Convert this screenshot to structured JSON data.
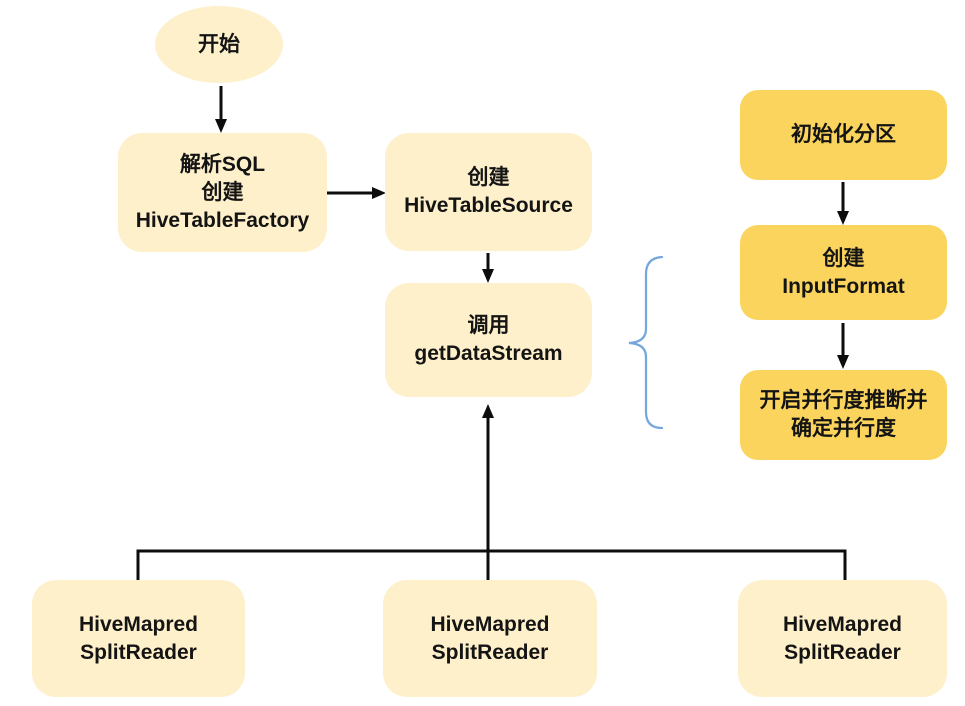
{
  "colors": {
    "background": "#ffffff",
    "light_box": "#fdf0ca",
    "dark_box": "#fbd45e",
    "arrow": "#0d0d0d",
    "brace": "#74a7dc",
    "text": "#141414"
  },
  "nodes": {
    "start": {
      "label": "开始"
    },
    "parse_sql": {
      "label": "解析SQL\n创建\nHiveTableFactory"
    },
    "table_source": {
      "label": "创建\nHiveTableSource"
    },
    "datastream": {
      "label": "调用\ngetDataStream"
    },
    "init_partition": {
      "label": "初始化分区"
    },
    "input_format": {
      "label": "创建\nInputFormat"
    },
    "parallelism": {
      "label": "开启并行度推断并\n确定并行度"
    },
    "reader_left": {
      "label": "HiveMapred\nSplitReader"
    },
    "reader_center": {
      "label": "HiveMapred\nSplitReader"
    },
    "reader_right": {
      "label": "HiveMapred\nSplitReader"
    }
  }
}
